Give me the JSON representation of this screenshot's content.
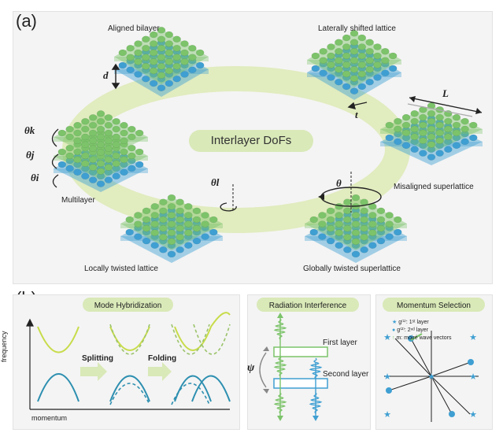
{
  "panel_a": {
    "label": "(a)",
    "center_label": "Interlayer DoFs",
    "states": {
      "aligned": "Aligned bilayer",
      "shifted": "Laterally shifted lattice",
      "misaligned": "Misaligned superlattice",
      "global": "Globally twisted superlattice",
      "local": "Locally twisted lattice",
      "multi": "Multilayer"
    },
    "symbols": {
      "d": "d",
      "t": "t",
      "L": "L",
      "theta": "θ",
      "theta_l": "θl",
      "theta_k": "θk",
      "theta_j": "θj",
      "theta_i": "θi"
    }
  },
  "panel_b": {
    "label": "(b)",
    "mode_title": "Mode Hybridization",
    "xlabel": "momentum",
    "ylabel": "frequency",
    "splitting": "Splitting",
    "folding": "Folding",
    "radiation_title": "Radiation Interference",
    "first_layer": "First layer",
    "second_layer": "Second layer",
    "psi": "ψ",
    "momentum_title": "Momentum Selection",
    "legend": {
      "g1": "g⁽¹⁾: 1ˢᵗ layer",
      "g2": "g⁽²⁾: 2ⁿᵈ layer",
      "m": "m: moiré wave vectors"
    }
  },
  "colors": {
    "green": "#7cc36a",
    "blue": "#3f9fd2",
    "yellowgreen": "#c8dc4a",
    "teal": "#2d8fb0",
    "ring": "#e1ecbf",
    "pill": "#d9e9b8"
  }
}
